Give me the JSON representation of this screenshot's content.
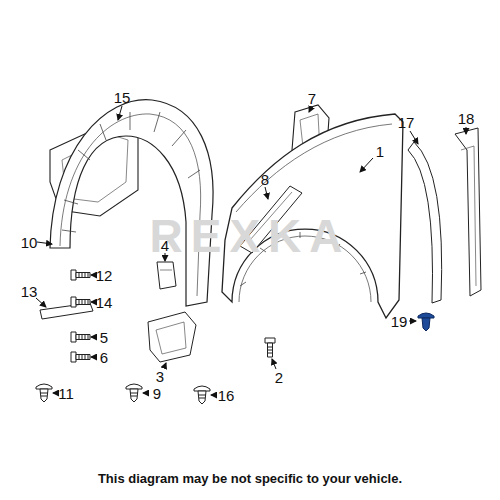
{
  "diagram": {
    "labels": [
      "1",
      "2",
      "3",
      "4",
      "5",
      "6",
      "7",
      "8",
      "9",
      "10",
      "11",
      "12",
      "13",
      "14",
      "15",
      "16",
      "17",
      "18",
      "19",
      "REXKA",
      "This diagram may be not specific to your vehicle."
    ]
  }
}
